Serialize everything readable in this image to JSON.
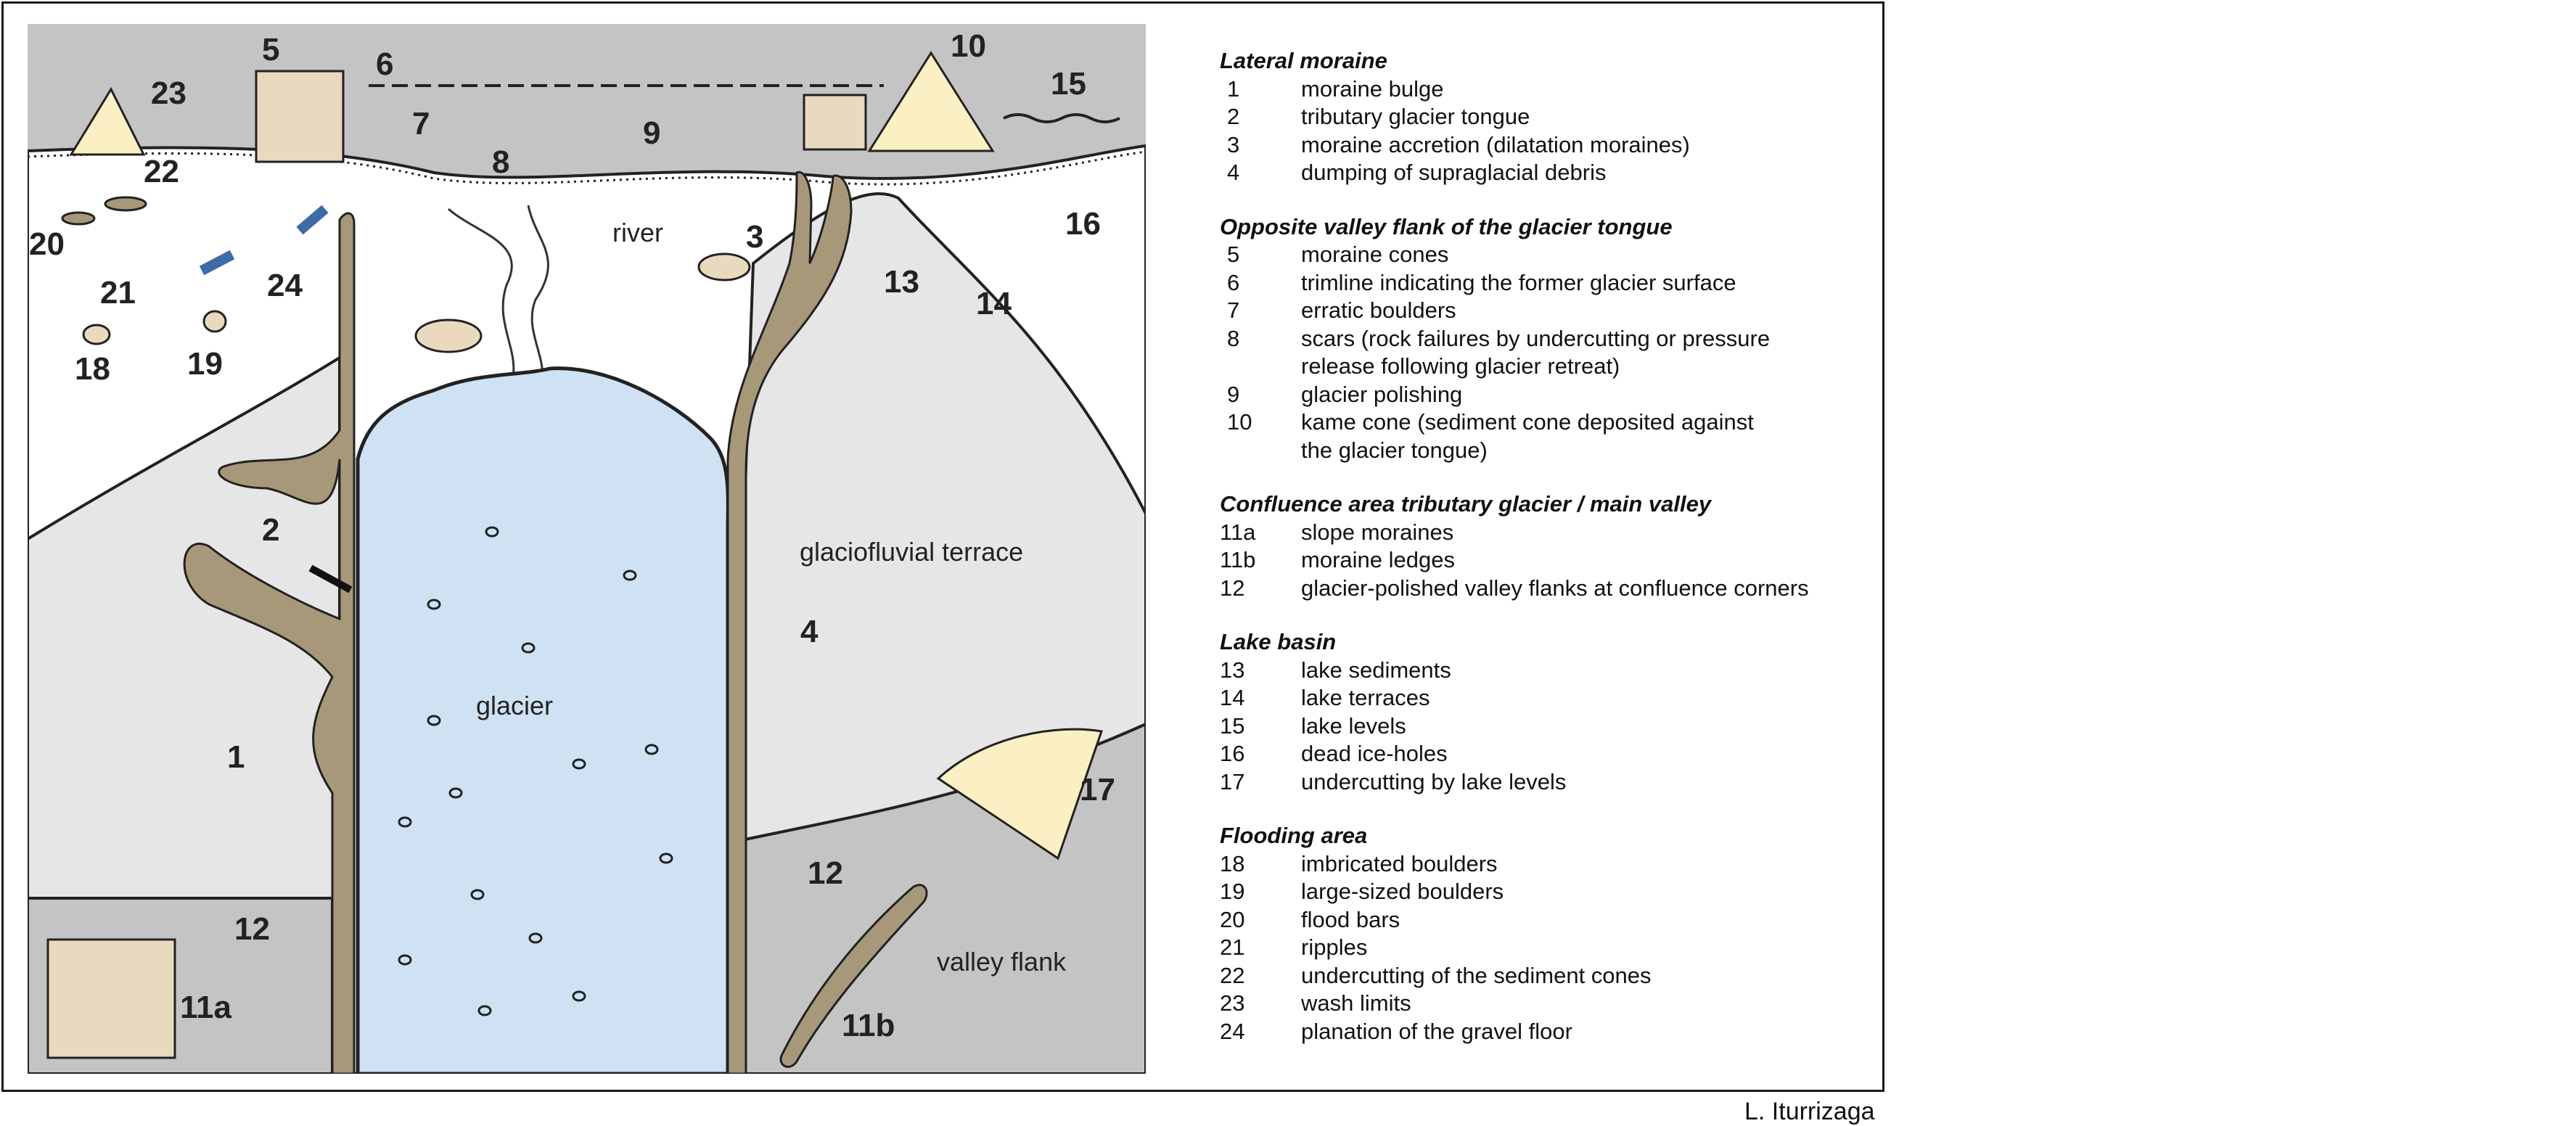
{
  "diagram": {
    "place_labels": {
      "river": "river",
      "glacier": "glacier",
      "terrace": "glaciofluvial terrace",
      "valley_flank": "valley flank"
    },
    "numbers": [
      "1",
      "2",
      "3",
      "4",
      "5",
      "6",
      "7",
      "8",
      "9",
      "10",
      "11a",
      "11b",
      "12",
      "12",
      "13",
      "14",
      "15",
      "16",
      "17",
      "18",
      "19",
      "20",
      "21",
      "22",
      "23",
      "24"
    ]
  },
  "colors": {
    "ice": "#cfe2f3",
    "moraine": "#a8987a",
    "slope": "#e6e6e6",
    "mountain": "#c4c4c4",
    "cone": "#fbf0c4",
    "debris": "#e8d9bf",
    "arrow_blue": "#3f6aa8"
  },
  "legend": [
    {
      "title": "Lateral moraine",
      "items": [
        {
          "num": "1",
          "text": "moraine bulge"
        },
        {
          "num": "2",
          "text": "tributary glacier tongue"
        },
        {
          "num": "3",
          "text": "moraine accretion (dilatation moraines)"
        },
        {
          "num": "4",
          "text": "dumping of supraglacial debris"
        }
      ]
    },
    {
      "title": "Opposite valley flank of the glacier tongue",
      "items": [
        {
          "num": "5",
          "text": "moraine cones"
        },
        {
          "num": "6",
          "text": "trimline indicating the former glacier surface"
        },
        {
          "num": "7",
          "text": "erratic boulders"
        },
        {
          "num": "8",
          "text": "scars (rock failures by undercutting or pressure",
          "text2": "release following glacier retreat)"
        },
        {
          "num": "9",
          "text": "glacier polishing"
        },
        {
          "num": "10",
          "text": "kame cone (sediment cone deposited against",
          "text2": "the glacier tongue)"
        }
      ]
    },
    {
      "title": "Confluence area tributary glacier / main valley",
      "items": [
        {
          "num": "11a",
          "text": "slope moraines"
        },
        {
          "num": "11b",
          "text": "moraine ledges"
        },
        {
          "num": "12",
          "text": "glacier-polished valley flanks at confluence corners"
        }
      ]
    },
    {
      "title": "Lake basin",
      "items": [
        {
          "num": "13",
          "text": "lake sediments"
        },
        {
          "num": "14",
          "text": "lake terraces"
        },
        {
          "num": "15",
          "text": "lake levels"
        },
        {
          "num": "16",
          "text": "dead ice-holes"
        },
        {
          "num": "17",
          "text": "undercutting by lake levels"
        }
      ]
    },
    {
      "title": "Flooding area",
      "items": [
        {
          "num": "18",
          "text": "imbricated boulders"
        },
        {
          "num": "19",
          "text": "large-sized boulders"
        },
        {
          "num": "20",
          "text": "flood bars"
        },
        {
          "num": "21",
          "text": "ripples"
        },
        {
          "num": "22",
          "text": "undercutting of the sediment cones"
        },
        {
          "num": "23",
          "text": "wash limits"
        },
        {
          "num": "24",
          "text": "planation of the gravel floor"
        }
      ]
    }
  ],
  "credit": "L. Iturrizaga"
}
